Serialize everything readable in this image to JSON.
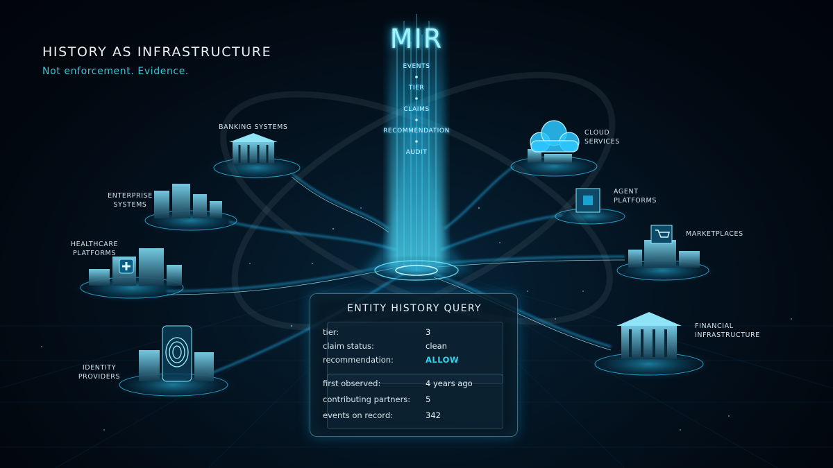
{
  "header": {
    "headline": "HISTORY AS INFRASTRUCTURE",
    "tagline": "Not enforcement. Evidence."
  },
  "core": {
    "title": "MIR",
    "pipeline": [
      "EVENTS",
      "TIER",
      "CLAIMS",
      "RECOMMENDATION",
      "AUDIT"
    ]
  },
  "nodes": {
    "banking": "BANKING SYSTEMS",
    "enterprise_1": "ENTERPRISE",
    "enterprise_2": "SYSTEMS",
    "healthcare_1": "HEALTHCARE",
    "healthcare_2": "PLATFORMS",
    "identity_1": "IDENTITY",
    "identity_2": "PROVIDERS",
    "cloud_1": "CLOUD",
    "cloud_2": "SERVICES",
    "agent_1": "AGENT",
    "agent_2": "PLATFORMS",
    "marketplaces": "MARKETPLACES",
    "financial_1": "FINANCIAL",
    "financial_2": "INFRASTRUCTURE"
  },
  "query_card": {
    "title": "ENTITY HISTORY QUERY",
    "rows_a": [
      {
        "key": "tier:",
        "value": "3"
      },
      {
        "key": "claim status:",
        "value": "clean"
      },
      {
        "key": "recommendation:",
        "value": "ALLOW"
      }
    ],
    "rows_b": [
      {
        "key": "first observed:",
        "value": "4 years ago"
      },
      {
        "key": "contributing partners:",
        "value": "5"
      },
      {
        "key": "events on record:",
        "value": "342"
      }
    ],
    "allow_color": "#35d4ee"
  },
  "colors": {
    "background": "#030a14",
    "accent": "#39c6d8",
    "glow": "#19c9ff"
  }
}
